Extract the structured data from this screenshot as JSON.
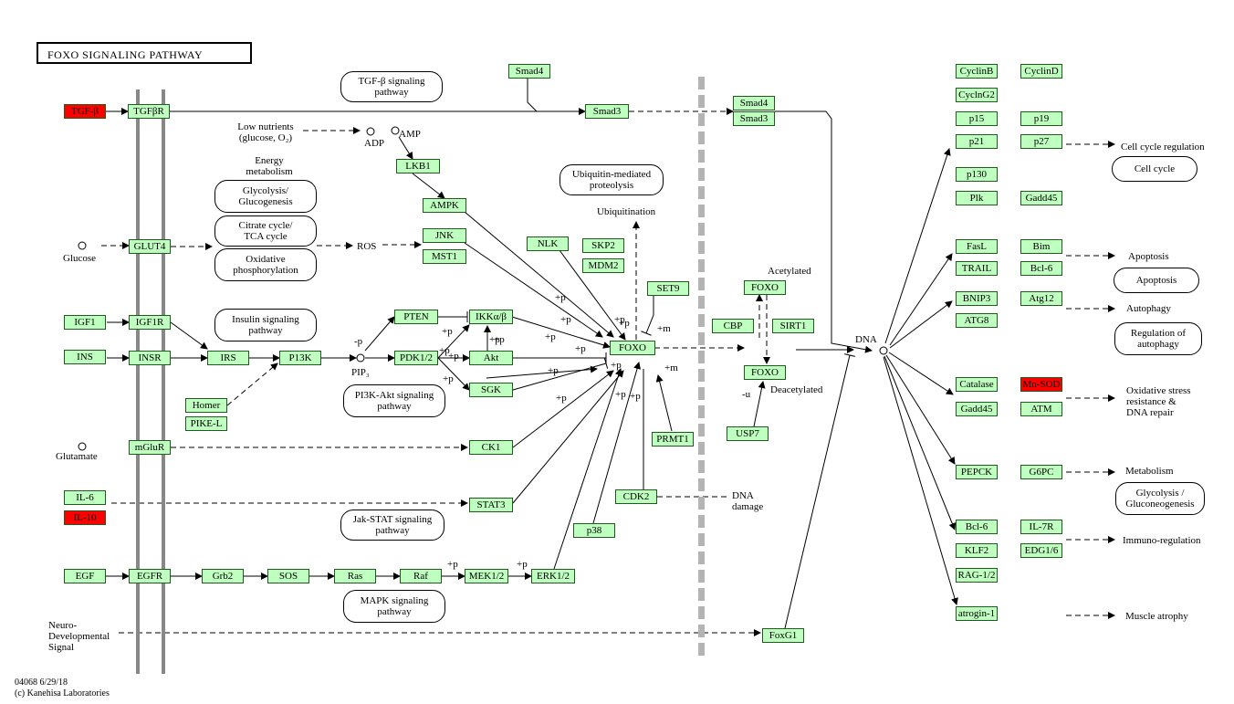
{
  "title": "FOXO  SIGNALING  PATHWAY",
  "footer": {
    "id_date": "04068 6/29/18",
    "copyright": "(c) Kanehisa Laboratories"
  },
  "colors": {
    "gene_fill": "#bfffbf",
    "highlight_red": "#ff0000",
    "membrane": "#888888"
  },
  "genes": [
    {
      "id": "tgfb",
      "label": "TGF-β",
      "red": true
    },
    {
      "id": "tgfbr",
      "label": "TGFβR"
    },
    {
      "id": "smad4_top",
      "label": "Smad4"
    },
    {
      "id": "smad3_mid",
      "label": "Smad3"
    },
    {
      "id": "smad4_nuc",
      "label": "Smad4"
    },
    {
      "id": "smad3_nuc",
      "label": "Smad3"
    },
    {
      "id": "lkb1",
      "label": "LKB1"
    },
    {
      "id": "ampk",
      "label": "AMPK"
    },
    {
      "id": "glut4",
      "label": "GLUT4"
    },
    {
      "id": "jnk",
      "label": "JNK"
    },
    {
      "id": "mst1",
      "label": "MST1"
    },
    {
      "id": "nlk",
      "label": "NLK"
    },
    {
      "id": "skp2",
      "label": "SKP2"
    },
    {
      "id": "mdm2",
      "label": "MDM2"
    },
    {
      "id": "set9",
      "label": "SET9"
    },
    {
      "id": "igf1",
      "label": "IGF1"
    },
    {
      "id": "igf1r",
      "label": "IGF1R"
    },
    {
      "id": "ins",
      "label": "INS"
    },
    {
      "id": "insr",
      "label": "INSR"
    },
    {
      "id": "irs",
      "label": "IRS"
    },
    {
      "id": "pi3k",
      "label": "P13K"
    },
    {
      "id": "pten",
      "label": "PTEN"
    },
    {
      "id": "ikk",
      "label": "IKKα/β"
    },
    {
      "id": "pdk12",
      "label": "PDK1/2"
    },
    {
      "id": "akt",
      "label": "Akt"
    },
    {
      "id": "sgk",
      "label": "SGK"
    },
    {
      "id": "foxo_main",
      "label": "FOXO"
    },
    {
      "id": "cbp",
      "label": "CBP"
    },
    {
      "id": "foxo_acet",
      "label": "FOXO"
    },
    {
      "id": "sirt1",
      "label": "SIRT1"
    },
    {
      "id": "foxo_deac",
      "label": "FOXO"
    },
    {
      "id": "usp7",
      "label": "USP7"
    },
    {
      "id": "homer",
      "label": "Homer"
    },
    {
      "id": "pikel",
      "label": "PIKE-L"
    },
    {
      "id": "mglur",
      "label": "mGluR"
    },
    {
      "id": "ck1",
      "label": "CK1"
    },
    {
      "id": "prmt1",
      "label": "PRMT1"
    },
    {
      "id": "il6",
      "label": "IL-6"
    },
    {
      "id": "il10",
      "label": "IL-10",
      "red": true
    },
    {
      "id": "stat3",
      "label": "STAT3"
    },
    {
      "id": "cdk2",
      "label": "CDK2"
    },
    {
      "id": "p38",
      "label": "p38"
    },
    {
      "id": "egf",
      "label": "EGF"
    },
    {
      "id": "egfr",
      "label": "EGFR"
    },
    {
      "id": "grb2",
      "label": "Grb2"
    },
    {
      "id": "sos",
      "label": "SOS"
    },
    {
      "id": "ras",
      "label": "Ras"
    },
    {
      "id": "raf",
      "label": "Raf"
    },
    {
      "id": "mek12",
      "label": "MEK1/2"
    },
    {
      "id": "erk12",
      "label": "ERK1/2"
    },
    {
      "id": "foxg1",
      "label": "FoxG1"
    },
    {
      "id": "cyclinb",
      "label": "CyclinB"
    },
    {
      "id": "cyclind",
      "label": "CyclinD"
    },
    {
      "id": "cyclg2",
      "label": "CyclnG2"
    },
    {
      "id": "p15",
      "label": "p15"
    },
    {
      "id": "p19",
      "label": "p19"
    },
    {
      "id": "p21",
      "label": "p21"
    },
    {
      "id": "p27",
      "label": "p27"
    },
    {
      "id": "p130",
      "label": "p130"
    },
    {
      "id": "plk",
      "label": "Plk"
    },
    {
      "id": "gadd45a",
      "label": "Gadd45"
    },
    {
      "id": "fasl",
      "label": "FasL"
    },
    {
      "id": "bim",
      "label": "Bim"
    },
    {
      "id": "trail",
      "label": "TRAIL"
    },
    {
      "id": "bcl6a",
      "label": "Bcl-6"
    },
    {
      "id": "bnip3",
      "label": "BNIP3"
    },
    {
      "id": "atg12",
      "label": "Atg12"
    },
    {
      "id": "atg8",
      "label": "ATG8"
    },
    {
      "id": "catalase",
      "label": "Catalase"
    },
    {
      "id": "mnsod",
      "label": "Mn-SOD",
      "red": true
    },
    {
      "id": "gadd45b",
      "label": "Gadd45"
    },
    {
      "id": "atm",
      "label": "ATM"
    },
    {
      "id": "pepck",
      "label": "PEPCK"
    },
    {
      "id": "g6pc",
      "label": "G6PC"
    },
    {
      "id": "bcl6b",
      "label": "Bcl-6"
    },
    {
      "id": "il7r",
      "label": "IL-7R"
    },
    {
      "id": "klf2",
      "label": "KLF2"
    },
    {
      "id": "edg16",
      "label": "EDG1/6"
    },
    {
      "id": "rag12",
      "label": "RAG-1/2"
    },
    {
      "id": "atrogin1",
      "label": "atrogin-1"
    }
  ],
  "maps": [
    {
      "id": "tgfb_path",
      "label": "TGF-β signaling\npathway"
    },
    {
      "id": "glyco",
      "label": "Glycolysis/\nGlucogenesis"
    },
    {
      "id": "citrate",
      "label": "Citrate cycle/\nTCA cycle"
    },
    {
      "id": "oxphos",
      "label": "Oxidative\nphosphorylation"
    },
    {
      "id": "ubiq",
      "label": "Ubiquitin-mediated\nproteolysis"
    },
    {
      "id": "insulin",
      "label": "Insulin signaling\npathway"
    },
    {
      "id": "pi3kakt",
      "label": "PI3K-Akt signaling\npathway"
    },
    {
      "id": "jakstat",
      "label": "Jak-STAT signaling\npathway"
    },
    {
      "id": "mapk",
      "label": "MAPK signaling\npathway"
    },
    {
      "id": "cellcycle",
      "label": "Cell cycle"
    },
    {
      "id": "apoptosis",
      "label": "Apoptosis"
    },
    {
      "id": "autophagy",
      "label": "Regulation of\nautophagy"
    },
    {
      "id": "glycoglu",
      "label": "Glycolysis /\nGluconeogenesis"
    }
  ],
  "labels": [
    {
      "id": "low_nutrients",
      "text": "Low nutrients\n(glucose, O₂)"
    },
    {
      "id": "adp",
      "text": "ADP"
    },
    {
      "id": "amp",
      "text": "AMP"
    },
    {
      "id": "energy",
      "text": "Energy\nmetabolism"
    },
    {
      "id": "glucose",
      "text": "Glucose"
    },
    {
      "id": "ros",
      "text": "ROS"
    },
    {
      "id": "ubiquitination",
      "text": "Ubiquitination"
    },
    {
      "id": "acetylated",
      "text": "Acetylated"
    },
    {
      "id": "deacetylated",
      "text": "Deacetylated"
    },
    {
      "id": "u",
      "text": "-u"
    },
    {
      "id": "p_pip",
      "text": "-p"
    },
    {
      "id": "pip3",
      "text": "PIP₃"
    },
    {
      "id": "glutamate",
      "text": "Glutamate"
    },
    {
      "id": "dna_damage",
      "text": "DNA\ndamage"
    },
    {
      "id": "neuro",
      "text": "Neuro-\nDevelopmental\nSignal"
    },
    {
      "id": "dna",
      "text": "DNA"
    },
    {
      "id": "cellcycle_reg",
      "text": "Cell cycle regulation"
    },
    {
      "id": "apoptosis_out",
      "text": "Apoptosis"
    },
    {
      "id": "autophagy_out",
      "text": "Autophagy"
    },
    {
      "id": "oxidative",
      "text": "Oxidative stress\nresistance &\nDNA repair"
    },
    {
      "id": "metabolism",
      "text": "Metabolism"
    },
    {
      "id": "immuno",
      "text": "Immuno-regulation"
    },
    {
      "id": "muscle",
      "text": "Muscle atrophy"
    },
    {
      "id": "pp1",
      "text": "+p"
    },
    {
      "id": "pp2",
      "text": "+p"
    },
    {
      "id": "pp3",
      "text": "+p"
    },
    {
      "id": "pp4",
      "text": "+p"
    },
    {
      "id": "pp5",
      "text": "+p"
    },
    {
      "id": "pp6",
      "text": "+p"
    },
    {
      "id": "pp7",
      "text": "+p"
    },
    {
      "id": "pp8",
      "text": "+p"
    },
    {
      "id": "pp9",
      "text": "+p"
    },
    {
      "id": "pp10",
      "text": "+p"
    },
    {
      "id": "pp11",
      "text": "+p"
    },
    {
      "id": "pp12",
      "text": "+p"
    },
    {
      "id": "pp13",
      "text": "+p"
    },
    {
      "id": "pp14",
      "text": "+p"
    },
    {
      "id": "pp15",
      "text": "+p"
    },
    {
      "id": "pp16",
      "text": "+p"
    },
    {
      "id": "pp17",
      "text": "+p"
    },
    {
      "id": "pp18",
      "text": "+p"
    },
    {
      "id": "pp19",
      "text": "+p"
    },
    {
      "id": "pm1",
      "text": "+m"
    },
    {
      "id": "pm2",
      "text": "+m"
    }
  ]
}
